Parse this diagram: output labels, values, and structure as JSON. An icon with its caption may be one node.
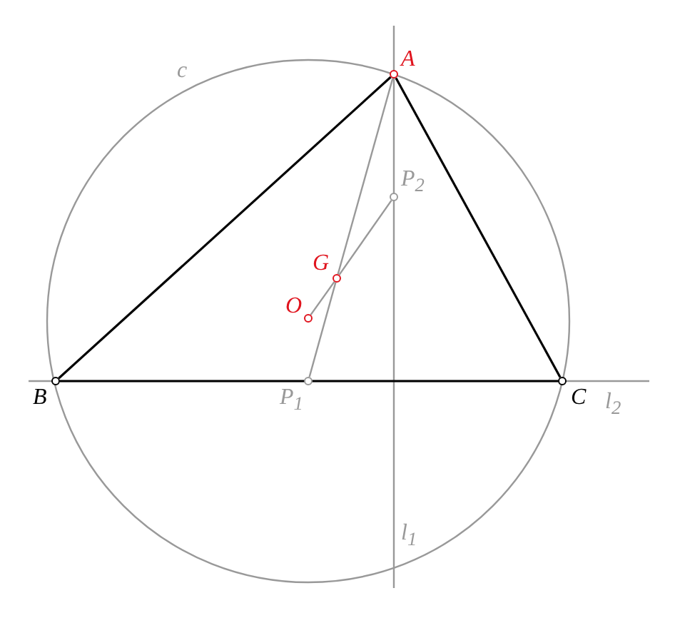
{
  "diagram": {
    "nodes": [
      {
        "text": [],
        "shape": "circle",
        "beside": [
          "A"
        ]
      },
      {
        "text": [],
        "shape": "circle",
        "beside": [
          "B"
        ]
      },
      {
        "text": [],
        "shape": "circle",
        "beside": [
          "C"
        ]
      },
      {
        "text": [],
        "shape": "circle",
        "beside": [
          "O"
        ]
      },
      {
        "text": [],
        "shape": "circle",
        "beside": [
          "G"
        ]
      },
      {
        "text": [],
        "shape": "circle",
        "beside": [
          "P$_{1}$"
        ]
      },
      {
        "text": [],
        "shape": "circle",
        "beside": [
          "P$_{2}$"
        ]
      }
    ],
    "edges": [
      {
        "from": 1,
        "to": 0,
        "arrow": "none",
        "color": "#000000"
      },
      {
        "from": 1,
        "to": 2,
        "arrow": "none",
        "color": "#000000"
      },
      {
        "from": 2,
        "to": 0,
        "arrow": "none",
        "color": "#000000"
      },
      {
        "from": 0,
        "to": 4,
        "arrow": "none"
      },
      {
        "from": 4,
        "to": 5,
        "arrow": "none"
      },
      {
        "from": 3,
        "to": 4,
        "arrow": "none"
      },
      {
        "from": 4,
        "to": 6,
        "arrow": "none"
      }
    ],
    "labels": [
      "c",
      "l$_{1}$",
      "l$_{2}$"
    ]
  }
}
